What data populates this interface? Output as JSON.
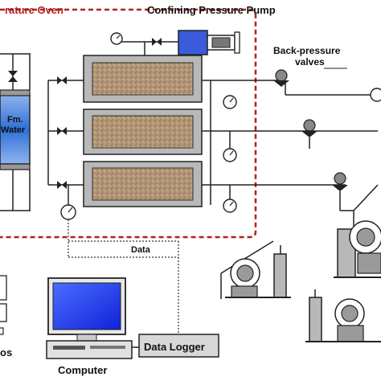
{
  "labels": {
    "oven": "rature Oven",
    "pump": "Confining Pressure Pump",
    "bpv_line1": "Back-pressure",
    "bpv_line2": "valves",
    "fm_line1": "Fm.",
    "fm_line2": "Water",
    "data": "Data",
    "data_logger": "Data Logger",
    "computer": "Computer",
    "partial_left": "os"
  },
  "colors": {
    "oven_border": "#b0201c",
    "oven_title": "#b0201c",
    "pump_body": "#3b5bdb",
    "fm_water": "#2f6fd6",
    "screen": "#1d39ff",
    "cylinder": "#b8b8b8",
    "core_sand": "#b59878"
  }
}
